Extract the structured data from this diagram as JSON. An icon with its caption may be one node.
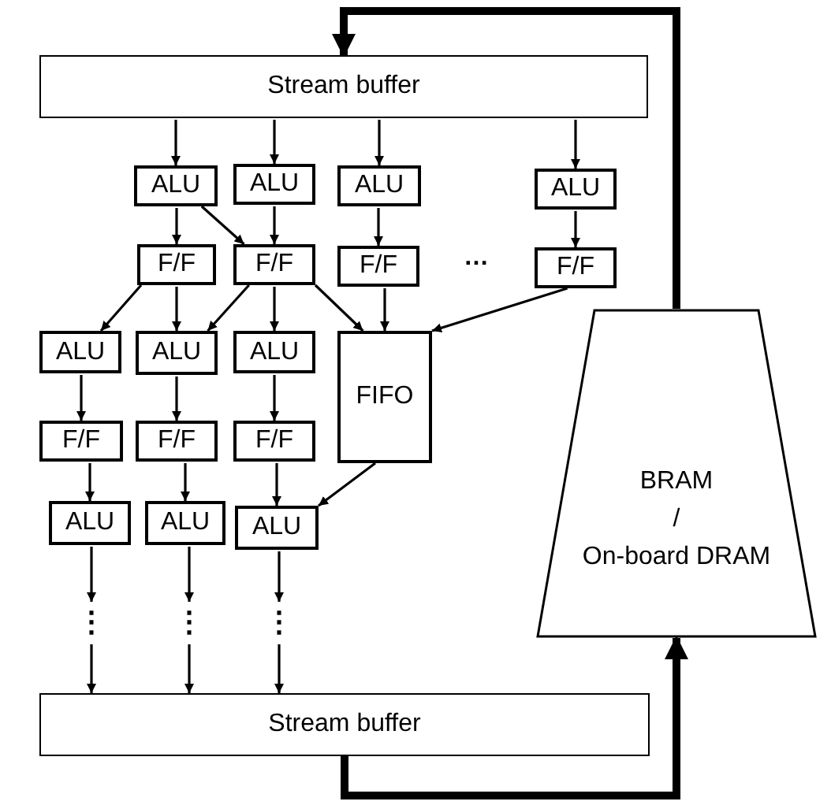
{
  "diagram": {
    "nodes": [
      {
        "text": [
          "Stream buffer"
        ]
      },
      {
        "text": [
          "ALU"
        ]
      },
      {
        "text": [
          "ALU"
        ]
      },
      {
        "text": [
          "ALU"
        ]
      },
      {
        "text": [
          "ALU"
        ]
      },
      {
        "text": [
          "F/F"
        ]
      },
      {
        "text": [
          "F/F"
        ]
      },
      {
        "text": [
          "F/F"
        ]
      },
      {
        "text": [
          "F/F"
        ]
      },
      {
        "text": [
          "ALU"
        ]
      },
      {
        "text": [
          "ALU"
        ]
      },
      {
        "text": [
          "ALU"
        ]
      },
      {
        "text": [
          "FIFO"
        ]
      },
      {
        "text": [
          "F/F"
        ]
      },
      {
        "text": [
          "F/F"
        ]
      },
      {
        "text": [
          "F/F"
        ]
      },
      {
        "text": [
          "ALU"
        ]
      },
      {
        "text": [
          "ALU"
        ]
      },
      {
        "text": [
          "ALU"
        ]
      },
      {
        "text": [
          "⋮"
        ]
      },
      {
        "text": [
          "⋮"
        ]
      },
      {
        "text": [
          "⋮"
        ]
      },
      {
        "text": [
          "Stream buffer"
        ]
      },
      {
        "text": [
          "BRAM",
          "/",
          "On-board DRAM"
        ]
      }
    ],
    "edges": [
      {
        "from": 0,
        "to": 1,
        "arrow": "to"
      },
      {
        "from": 0,
        "to": 2,
        "arrow": "to"
      },
      {
        "from": 0,
        "to": 3,
        "arrow": "to"
      },
      {
        "from": 0,
        "to": 4,
        "arrow": "to"
      },
      {
        "from": 1,
        "to": 5,
        "arrow": "to"
      },
      {
        "from": 1,
        "to": 6,
        "arrow": "to"
      },
      {
        "from": 2,
        "to": 6,
        "arrow": "to"
      },
      {
        "from": 3,
        "to": 7,
        "arrow": "to"
      },
      {
        "from": 4,
        "to": 8,
        "arrow": "to"
      },
      {
        "from": 5,
        "to": 9,
        "arrow": "to"
      },
      {
        "from": 5,
        "to": 10,
        "arrow": "to"
      },
      {
        "from": 6,
        "to": 10,
        "arrow": "to"
      },
      {
        "from": 6,
        "to": 11,
        "arrow": "to"
      },
      {
        "from": 6,
        "to": 12,
        "arrow": "to"
      },
      {
        "from": 7,
        "to": 12,
        "arrow": "to"
      },
      {
        "from": 8,
        "to": 12,
        "arrow": "to"
      },
      {
        "from": 9,
        "to": 13,
        "arrow": "to"
      },
      {
        "from": 10,
        "to": 14,
        "arrow": "to"
      },
      {
        "from": 11,
        "to": 15,
        "arrow": "to"
      },
      {
        "from": 13,
        "to": 16,
        "arrow": "to"
      },
      {
        "from": 14,
        "to": 17,
        "arrow": "to"
      },
      {
        "from": 15,
        "to": 18,
        "arrow": "to"
      },
      {
        "from": 12,
        "to": 18,
        "arrow": "to"
      },
      {
        "from": 16,
        "to": 19,
        "arrow": "to"
      },
      {
        "from": 17,
        "to": 20,
        "arrow": "to"
      },
      {
        "from": 18,
        "to": 21,
        "arrow": "to"
      },
      {
        "from": 19,
        "to": 22,
        "arrow": "to"
      },
      {
        "from": 20,
        "to": 22,
        "arrow": "to"
      },
      {
        "from": 21,
        "to": 22,
        "arrow": "to"
      },
      {
        "from": 22,
        "to": 23,
        "arrow": "to",
        "style": "thick"
      },
      {
        "from": 23,
        "to": 0,
        "arrow": "to",
        "style": "thick"
      }
    ],
    "labels": [
      "…"
    ]
  }
}
